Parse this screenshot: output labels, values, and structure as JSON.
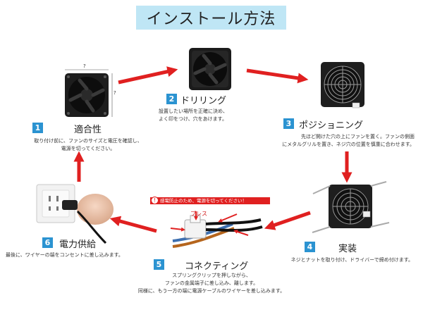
{
  "title": "インストール方法",
  "steps": [
    {
      "num": "1",
      "title": "適合性",
      "desc": [
        "取り付け前に、ファンのサイズと電圧を確認し、",
        "電源を切ってください。"
      ]
    },
    {
      "num": "2",
      "title": "ドリリング",
      "desc": [
        "設置したい場所を正確に決め、",
        "よく印をつけ、穴をあけます。"
      ]
    },
    {
      "num": "3",
      "title": "ポジショニング",
      "desc": [
        "先ほど開けた穴の上にファンを置く。ファンの側面",
        "にメタルグリルを置き、ネジ穴の位置を慎重に合わせます。"
      ]
    },
    {
      "num": "4",
      "title": "実装",
      "desc": [
        "ネジとナットを取り付け、ドライバーで締め付けます。"
      ]
    },
    {
      "num": "5",
      "title": "コネクティング",
      "desc": [
        "スプリングクリップを押しながら、",
        "ファンの金属端子に差し込み、離します。",
        "同様に、もう一方の端に電源ケーブルのワイヤーを差し込みます。"
      ]
    },
    {
      "num": "6",
      "title": "電力供給",
      "desc": [
        "最後に、ワイヤーの端をコンセントに差し込みます。"
      ]
    }
  ],
  "warning": "感電防止のため、電源を切ってください！",
  "press_label": "プレス",
  "dimension_marks": [
    "?",
    "?"
  ],
  "colors": {
    "accent": "#2b93d1",
    "arrow": "#e02020",
    "title_bg": "#bfe6f5"
  }
}
